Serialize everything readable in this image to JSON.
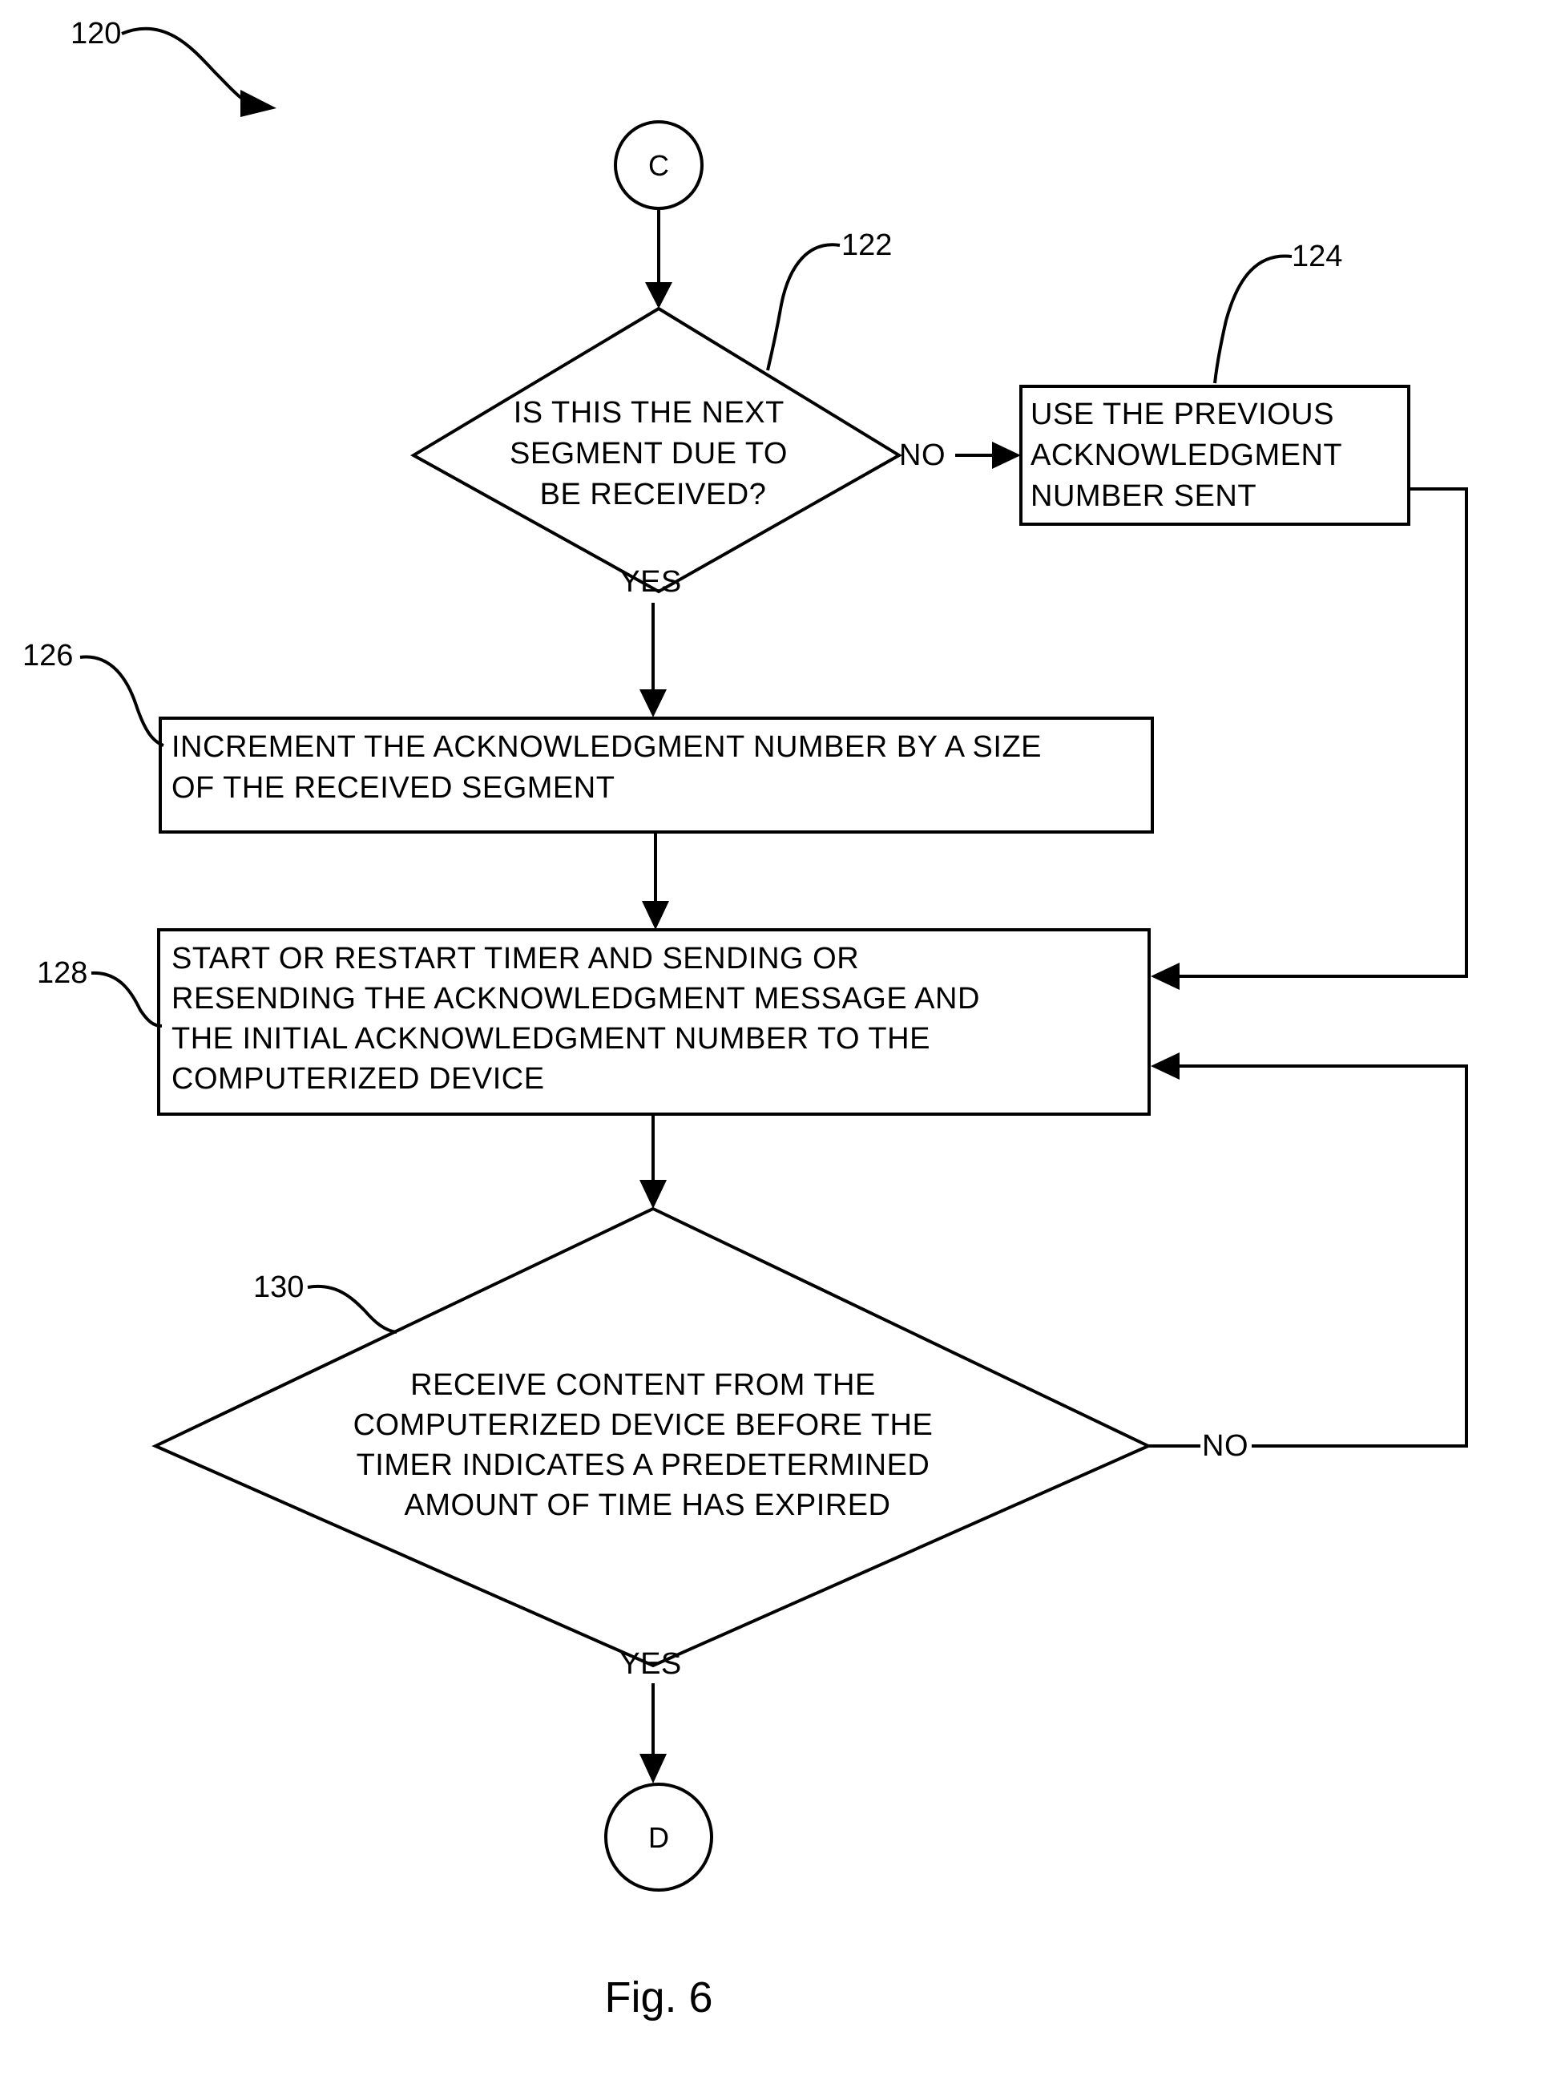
{
  "figure_label": "Fig. 6",
  "refs": {
    "r120": "120",
    "r122": "122",
    "r124": "124",
    "r126": "126",
    "r128": "128",
    "r130": "130"
  },
  "connectors": {
    "start": "C",
    "end": "D"
  },
  "decision_122": {
    "lines": [
      "IS THIS THE NEXT",
      "SEGMENT DUE TO",
      "BE RECEIVED?"
    ],
    "yes": "YES",
    "no": "NO"
  },
  "box_124": {
    "lines": [
      "USE THE PREVIOUS",
      "ACKNOWLEDGMENT",
      "NUMBER SENT"
    ]
  },
  "box_126": {
    "lines": [
      "INCREMENT THE ACKNOWLEDGMENT NUMBER BY A SIZE",
      "OF THE RECEIVED SEGMENT"
    ]
  },
  "box_128": {
    "lines": [
      "START OR RESTART TIMER AND SENDING OR",
      "RESENDING THE ACKNOWLEDGMENT MESSAGE AND",
      "THE INITIAL ACKNOWLEDGMENT NUMBER TO THE",
      "COMPUTERIZED DEVICE"
    ]
  },
  "decision_130": {
    "lines": [
      "RECEIVE CONTENT FROM THE",
      "COMPUTERIZED DEVICE BEFORE THE",
      "TIMER INDICATES A PREDETERMINED",
      "AMOUNT OF TIME HAS EXPIRED"
    ],
    "yes": "YES",
    "no": "NO"
  }
}
